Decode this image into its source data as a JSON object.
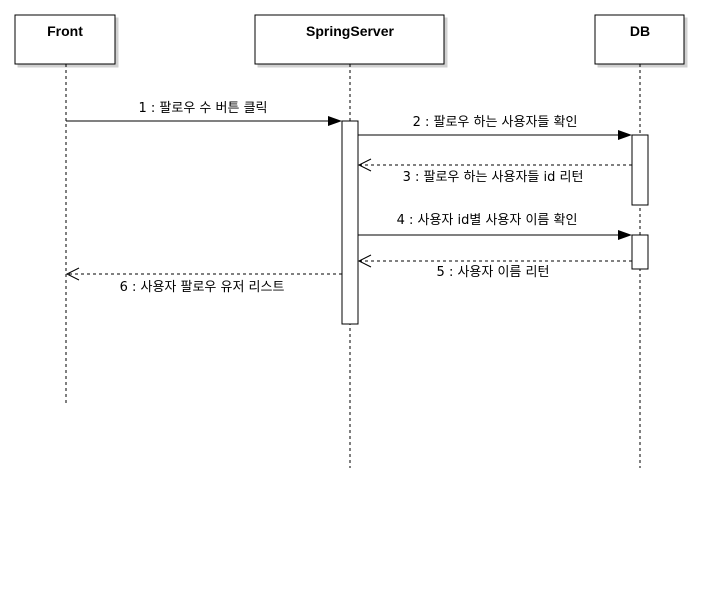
{
  "participants": [
    {
      "id": "front",
      "label": "Front"
    },
    {
      "id": "server",
      "label": "SpringServer"
    },
    {
      "id": "db",
      "label": "DB"
    }
  ],
  "messages": [
    {
      "from": "front",
      "to": "server",
      "label": "1 : 팔로우 수 버튼 클릭",
      "kind": "sync"
    },
    {
      "from": "server",
      "to": "db",
      "label": "2 : 팔로우 하는 사용자들 확인",
      "kind": "sync"
    },
    {
      "from": "db",
      "to": "server",
      "label": "3 : 팔로우 하는 사용자들 id 리턴",
      "kind": "return"
    },
    {
      "from": "server",
      "to": "db",
      "label": "4 : 사용자 id별 사용자 이름 확인",
      "kind": "sync"
    },
    {
      "from": "db",
      "to": "server",
      "label": "5 : 사용자 이름 리턴",
      "kind": "return"
    },
    {
      "from": "server",
      "to": "front",
      "label": "6 : 사용자 팔로우 유저 리스트",
      "kind": "return"
    }
  ]
}
